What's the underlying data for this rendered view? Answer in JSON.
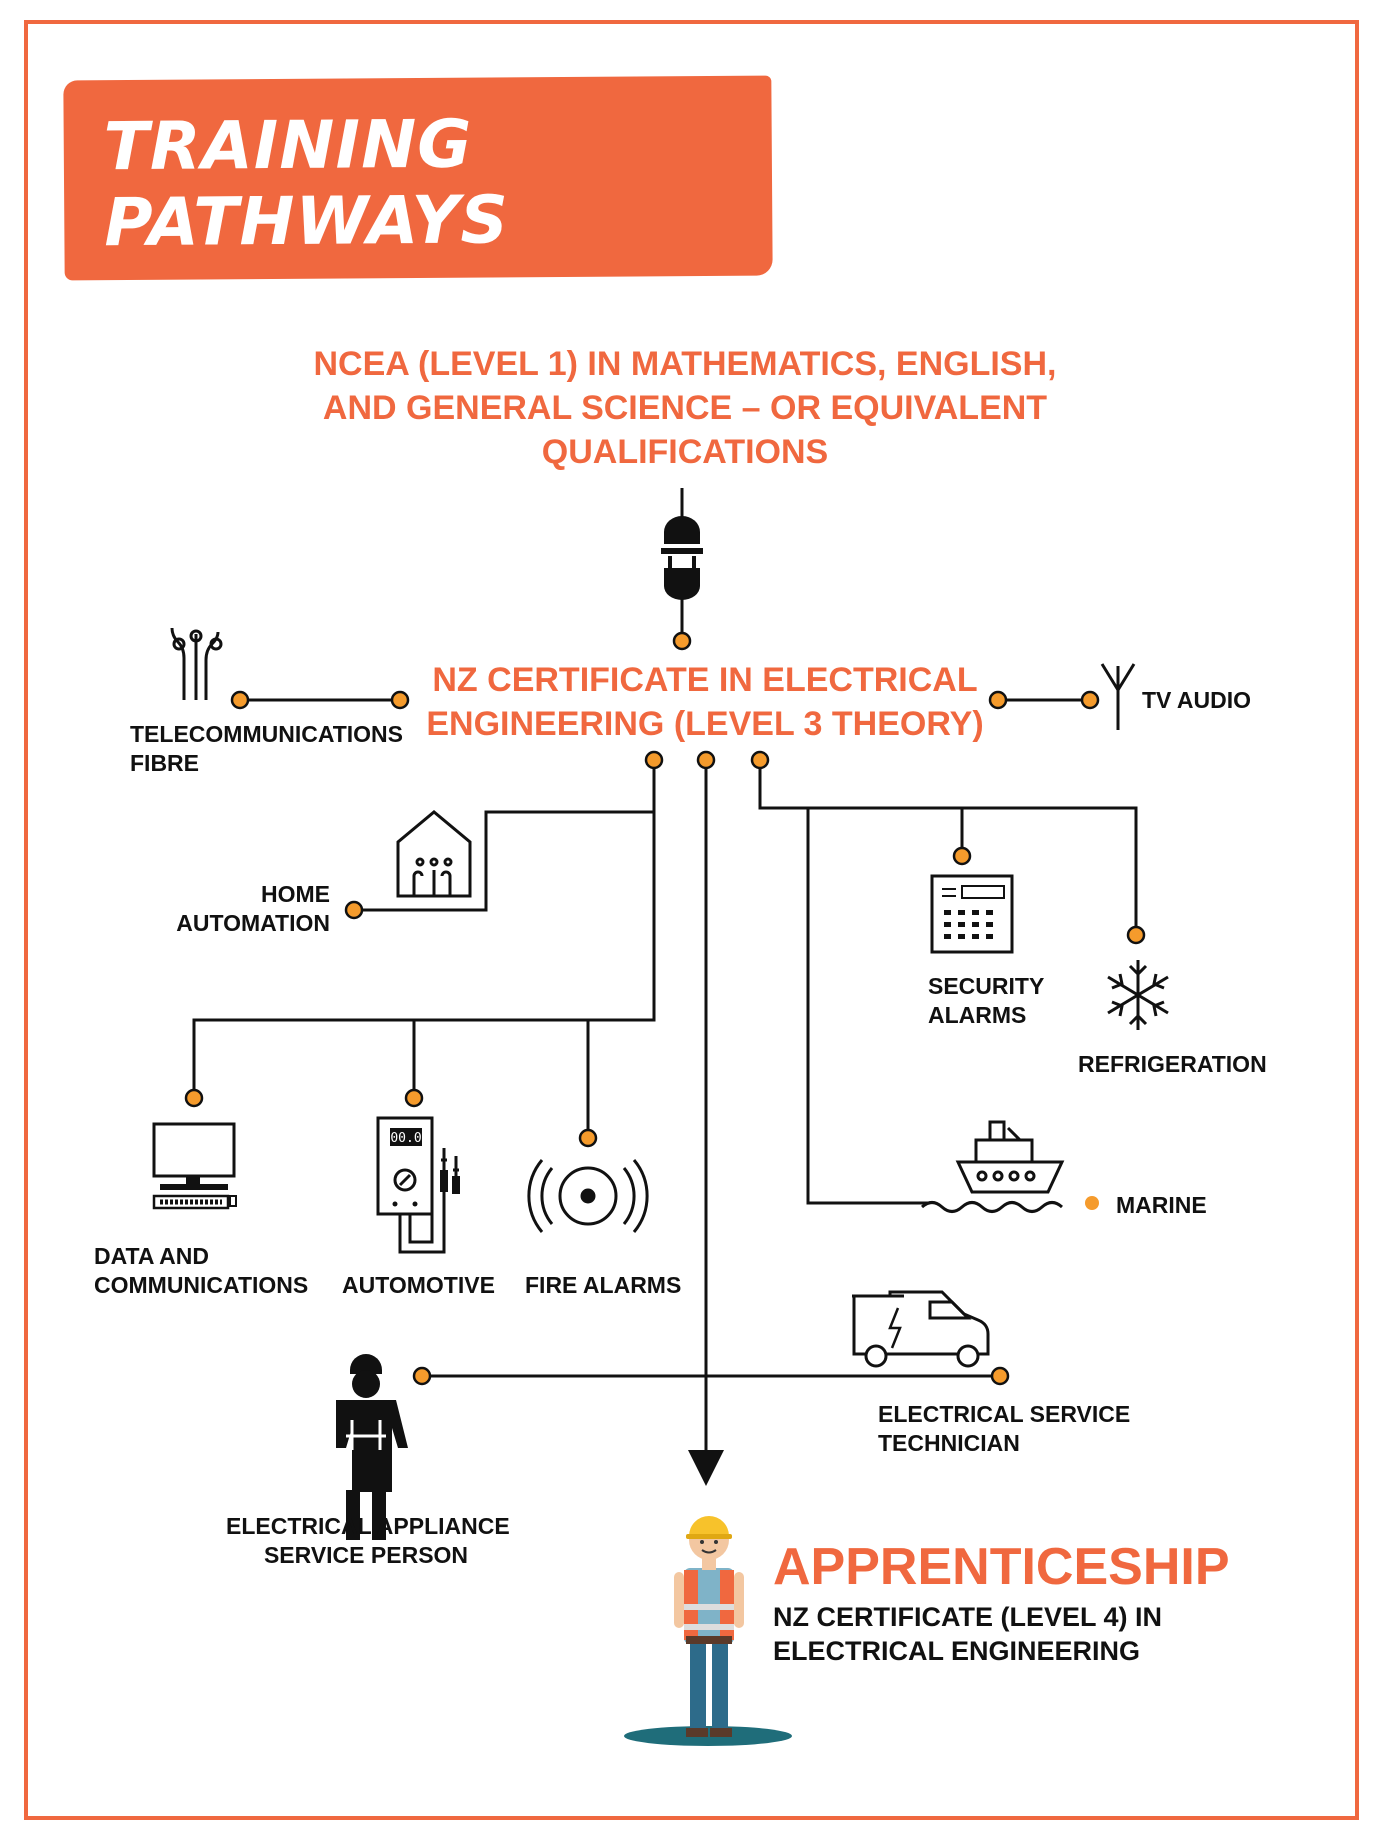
{
  "title": {
    "line1": "TRAINING",
    "line2": "PATHWAYS"
  },
  "entry_requirement": {
    "line1": "NCEA (LEVEL 1) IN MATHEMATICS, ENGLISH,",
    "line2": "AND GENERAL SCIENCE – OR EQUIVALENT",
    "line3": "QUALIFICATIONS"
  },
  "level3_certificate": {
    "line1": "NZ CERTIFICATE IN ELECTRICAL",
    "line2": "ENGINEERING  (LEVEL 3 THEORY)"
  },
  "pathways": {
    "telecommunications": {
      "line1": "TELECOMMUNICATIONS",
      "line2": "FIBRE",
      "icon": "fibre-optic-icon"
    },
    "tv_audio": {
      "line1": "TV AUDIO",
      "icon": "antenna-icon"
    },
    "home_automation": {
      "line1": "HOME",
      "line2": "AUTOMATION",
      "icon": "smart-home-icon"
    },
    "security_alarms": {
      "line1": "SECURITY",
      "line2": "ALARMS",
      "icon": "alarm-keypad-icon"
    },
    "refrigeration": {
      "line1": "REFRIGERATION",
      "icon": "snowflake-icon"
    },
    "data_comms": {
      "line1": "DATA AND",
      "line2": "COMMUNICATIONS",
      "icon": "computer-icon"
    },
    "automotive": {
      "line1": "AUTOMOTIVE",
      "icon": "multimeter-icon",
      "display": "00.0"
    },
    "fire_alarms": {
      "line1": "FIRE ALARMS",
      "icon": "smoke-detector-icon"
    },
    "marine": {
      "line1": "MARINE",
      "icon": "ship-icon"
    },
    "service_technician": {
      "line1": "ELECTRICAL SERVICE",
      "line2": "TECHNICIAN",
      "icon": "van-icon"
    },
    "appliance_service": {
      "line1": "ELECTRICAL APPLIANCE",
      "line2": "SERVICE PERSON",
      "icon": "worker-icon"
    }
  },
  "apprenticeship": {
    "title": "APPRENTICESHIP",
    "line1": "NZ CERTIFICATE (LEVEL 4) IN",
    "line2": "ELECTRICAL ENGINEERING",
    "icon": "electrician-figure-icon"
  },
  "colors": {
    "accent": "#f0683f",
    "node": "#f59b2c",
    "line": "#111111",
    "teal": "#1f6d7a"
  }
}
